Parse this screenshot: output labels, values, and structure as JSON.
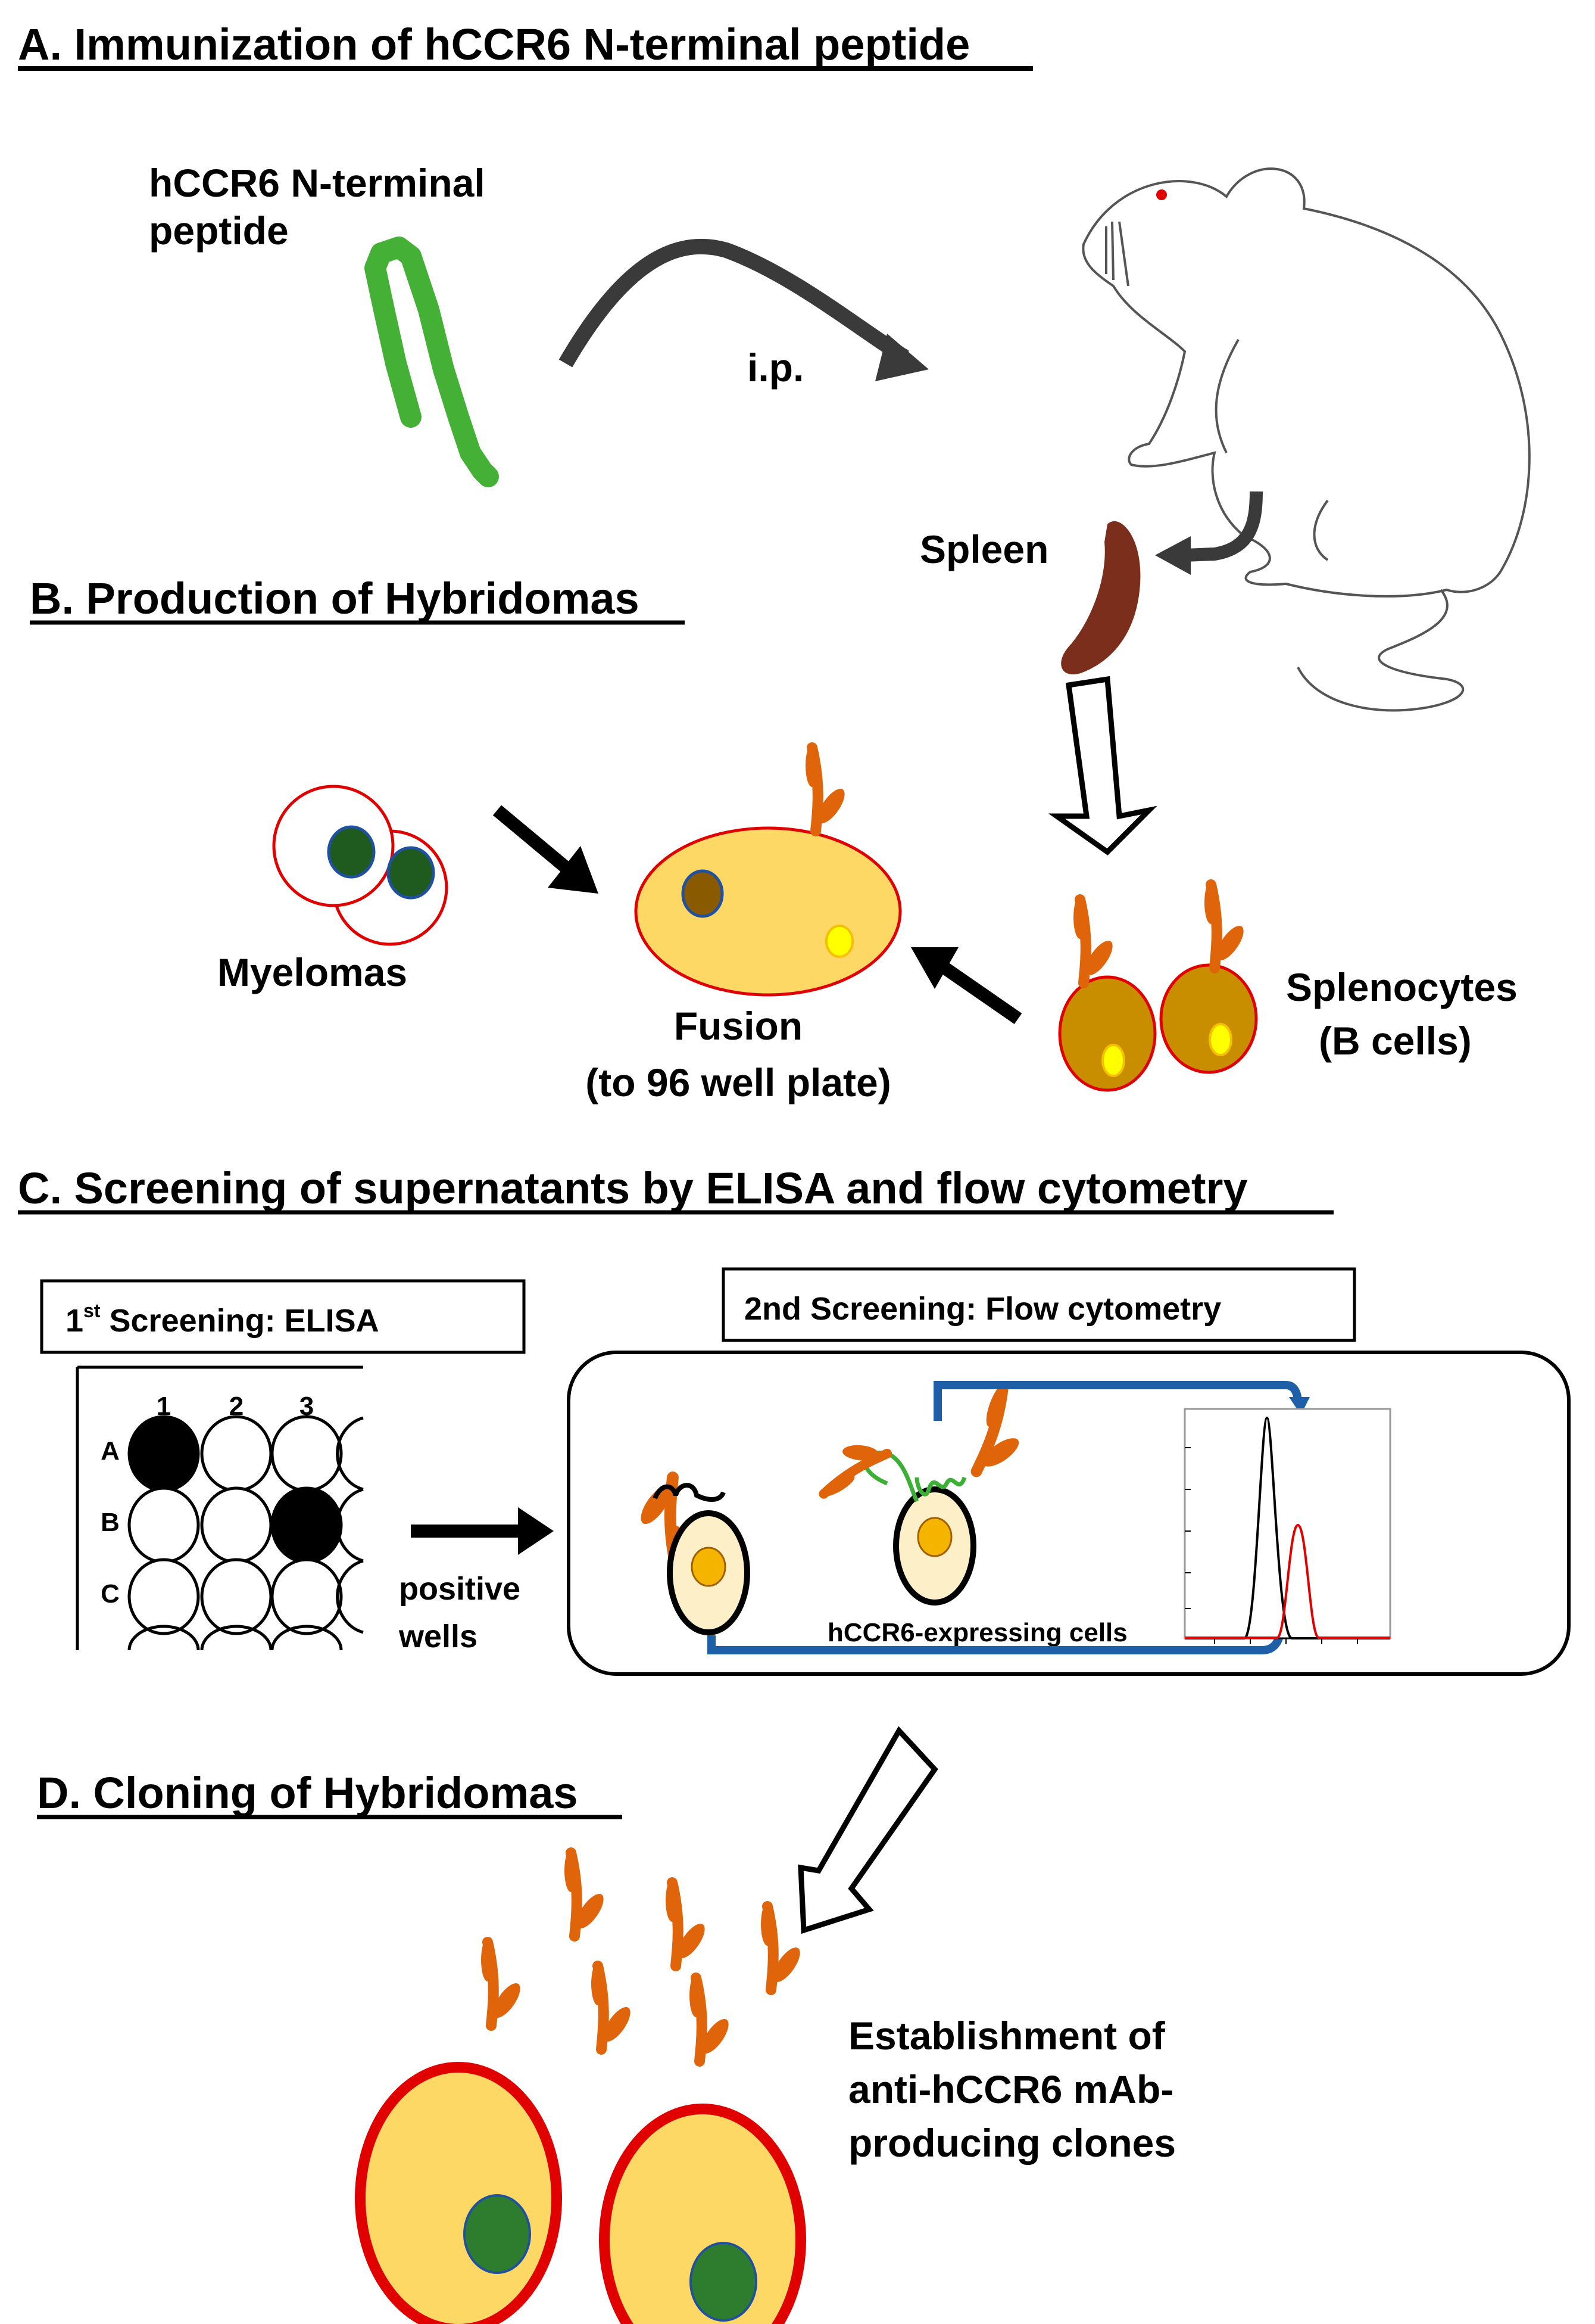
{
  "sections": {
    "a": {
      "title": "A. Immunization of hCCR6 N-terminal peptide",
      "peptide_line1": "hCCR6 N-terminal",
      "peptide_line2": "peptide",
      "route": "i.p.",
      "organ": "Spleen"
    },
    "b": {
      "title": "B. Production of Hybridomas",
      "myelomas": "Myelomas",
      "fusion_line1": "Fusion",
      "fusion_line2": "(to 96 well plate)",
      "splenocytes_line1": "Splenocytes",
      "splenocytes_line2": "(B cells)"
    },
    "c": {
      "title": "C. Screening of supernatants by ELISA and flow cytometry",
      "first_screen_prefix": "1",
      "first_screen_sup": "st",
      "first_screen_rest": " Screening: ELISA",
      "second_screen": "2nd Screening: Flow cytometry",
      "plate_cols": [
        "1",
        "2",
        "3"
      ],
      "plate_rows": [
        "A",
        "B",
        "C"
      ],
      "positive_wells": [
        [
          "A",
          "1"
        ],
        [
          "B",
          "3"
        ]
      ],
      "positive_line1": "positive",
      "positive_line2": "wells",
      "cells_label": "hCCR6-expressing cells"
    },
    "d": {
      "title": "D. Cloning of Hybridomas",
      "result_line1": "Establishment of",
      "result_line2": "anti-hCCR6 mAb-",
      "result_line3": "producing clones"
    }
  },
  "colors": {
    "peptide": "#44b035",
    "arrow_dark": "#3a3a3a",
    "spleen": "#7b2e1b",
    "cell_outline": "#e00000",
    "myeloma_nucleus": "#1f5a1f",
    "fusion_fill": "#fdd865",
    "fusion_nucleus": "#8a5a00",
    "splenocyte_fill": "#c98e00",
    "antibody": "#e0640a",
    "highlight": "#ffff00",
    "clone_nucleus": "#2e7d2e",
    "flow_arrow": "#1f5fa8",
    "hist_control": "#000000",
    "hist_stained": "#e00000",
    "screen_cell_fill": "#fdf0c8",
    "screen_cell_nucleus": "#f5b400",
    "receptor": "#3cb034"
  }
}
